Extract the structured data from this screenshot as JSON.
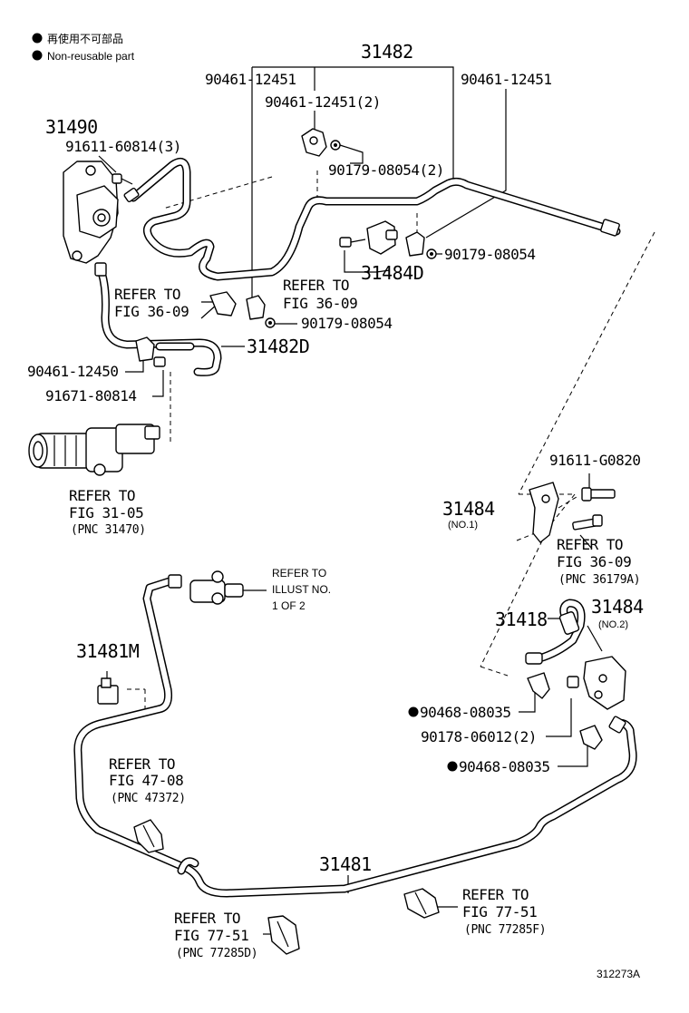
{
  "legend": {
    "jp": "再使用不可部品",
    "en": "Non-reusable part"
  },
  "labels": {
    "p31482": "31482",
    "p90461_12451_a": "90461-12451",
    "p90461_12451_2": "90461-12451(2)",
    "p90461_12451_b": "90461-12451",
    "p31490": "31490",
    "p91611_60814": "91611-60814(3)",
    "p90179_08054_2": "90179-08054(2)",
    "p90179_08054_a": "90179-08054",
    "p31484D": "31484D",
    "p90179_08054_b": "90179-08054",
    "p31482D": "31482D",
    "p90461_12450": "90461-12450",
    "p91671_80814": "91671-80814",
    "p91611_G0820": "91611-G0820",
    "p31484_1": "31484",
    "p31484_1_sub": "(NO.1)",
    "p31484_2": "31484",
    "p31484_2_sub": "(NO.2)",
    "p31418": "31418",
    "p31481M": "31481M",
    "p90468_08035_a": "90468-08035",
    "p90178_06012": "90178-06012(2)",
    "p90468_08035_b": "90468-08035",
    "p31481": "31481",
    "diagram_id": "312273A"
  },
  "refs": {
    "r1": {
      "l1": "REFER TO",
      "l2": "FIG 36-09",
      "l3": ""
    },
    "r2": {
      "l1": "REFER TO",
      "l2": "FIG 36-09",
      "l3": ""
    },
    "r3": {
      "l1": "REFER TO",
      "l2": "FIG 31-05",
      "l3": "(PNC 31470)"
    },
    "r4": {
      "l1": "REFER TO",
      "l2": "FIG 36-09",
      "l3": "(PNC 36179A)"
    },
    "r5": {
      "l1": "REFER TO",
      "l2": "ILLUST NO.",
      "l3": "1 OF 2"
    },
    "r6": {
      "l1": "REFER TO",
      "l2": "FIG 47-08",
      "l3": "(PNC 47372)"
    },
    "r7": {
      "l1": "REFER TO",
      "l2": "FIG 77-51",
      "l3": "(PNC 77285D)"
    },
    "r8": {
      "l1": "REFER TO",
      "l2": "FIG 77-51",
      "l3": "(PNC 77285F)"
    }
  }
}
